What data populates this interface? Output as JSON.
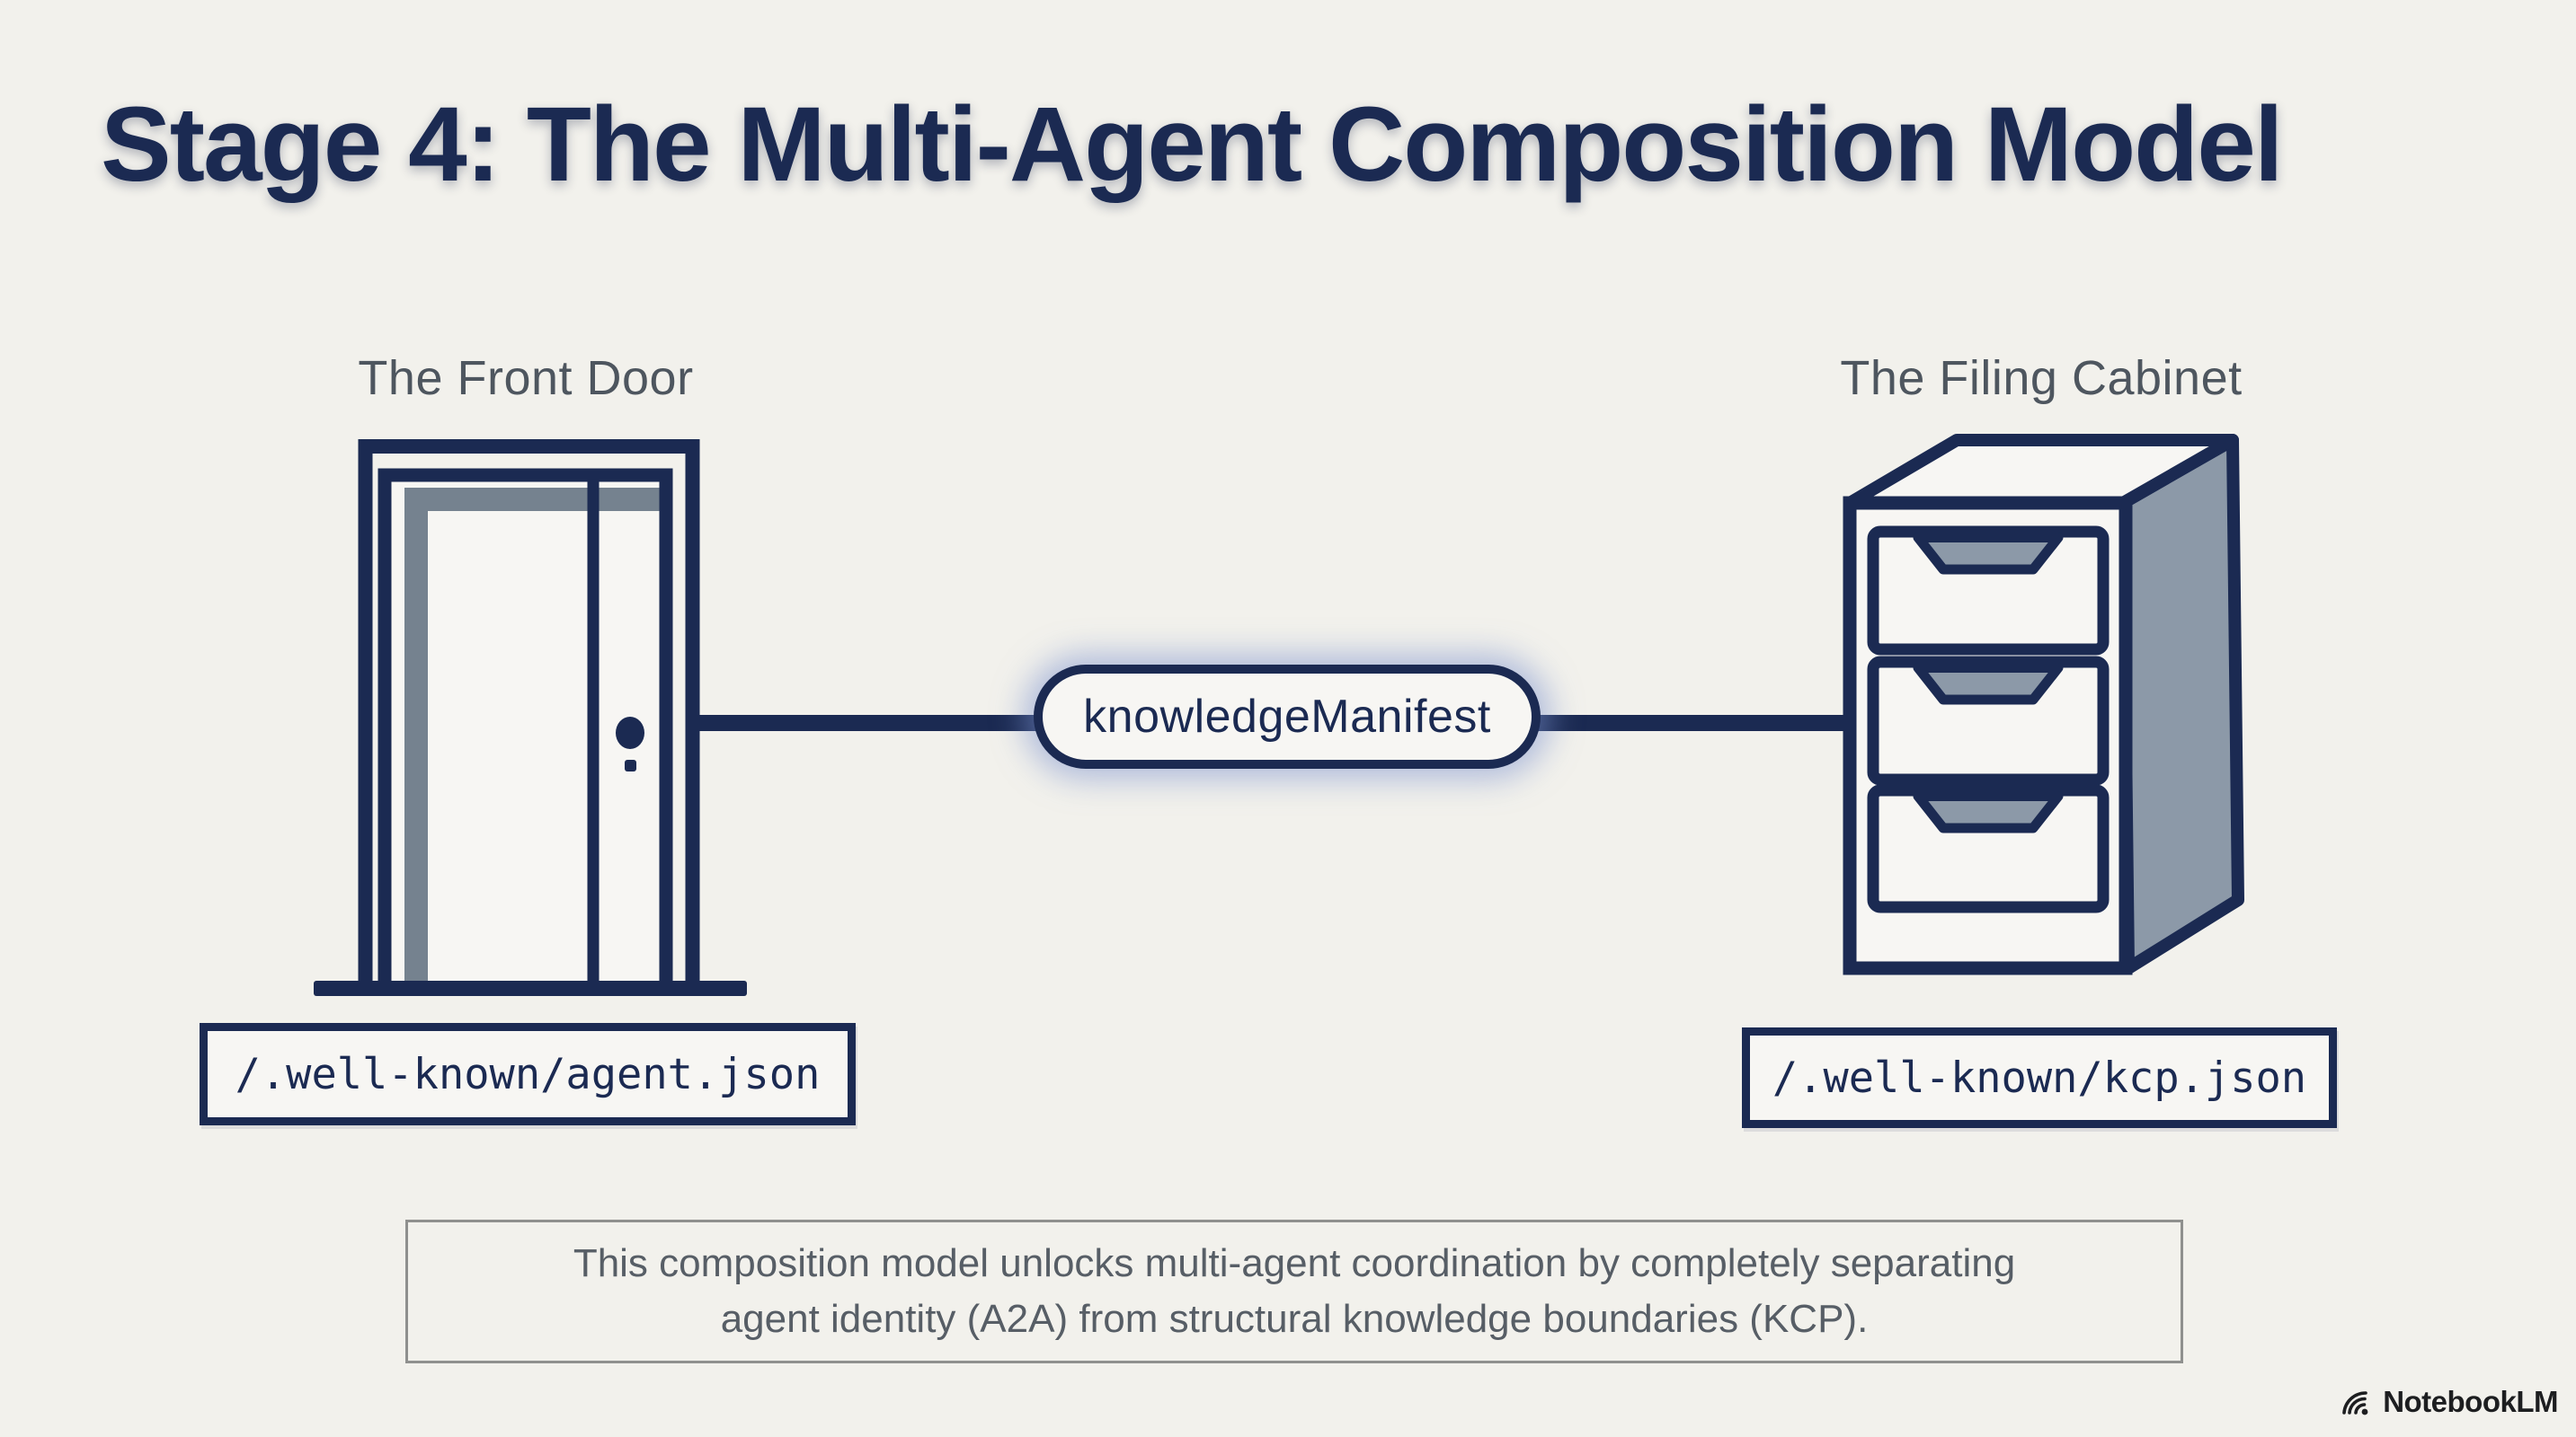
{
  "title": "Stage 4: The Multi-Agent Composition Model",
  "left": {
    "label": "The Front Door",
    "endpoint": "/.well-known/agent.json",
    "illustration": "front-door"
  },
  "right": {
    "label": "The Filing Cabinet",
    "endpoint": "/.well-known/kcp.json",
    "illustration": "filing-cabinet-3-drawers"
  },
  "connector": {
    "label": "knowledgeManifest"
  },
  "caption": {
    "line1": "This composition model unlocks multi-agent coordination by completely separating",
    "line2": "agent identity (A2A) from structural knowledge boundaries (KCP)."
  },
  "footer": {
    "brand": "NotebookLM",
    "icon": "notebooklm-arcs-icon"
  },
  "colors": {
    "bg": "#f2f1ec",
    "navy": "#1b2a52",
    "panel": "#f7f6f3",
    "slate": "#8c99a8",
    "slate-dark": "#75828f",
    "label-gray": "#4e565f",
    "caption-text": "#575e66",
    "caption-border": "#8f908e",
    "brand-text": "#1d1e20"
  }
}
